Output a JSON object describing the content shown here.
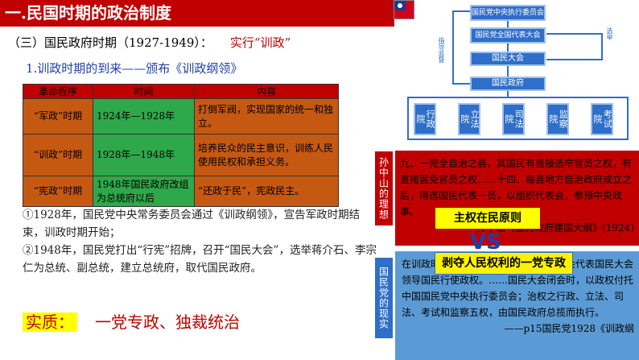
{
  "header": {
    "title": "一.民国时期的政治制度",
    "subtitle": "（三）国民政府时期（1927-1949）：",
    "subtitle_accent": "实行“训政”",
    "section_heading": "1.训政时期的到来——颁布《训政纲领》"
  },
  "table": {
    "headers": [
      "革命程序",
      "时间",
      "内容"
    ],
    "rows": [
      {
        "stage": "“军政”时期",
        "time": "1924年—1928年",
        "content": "打倒军阀，实现国家的统一和独立。"
      },
      {
        "stage": "“训政”时期",
        "time": "1928年—1948年",
        "content": "培养民众的民主意识，训练人民使用民权和承担义务。"
      },
      {
        "stage": "“宪政”时期",
        "time": "1948年国民政府改组为总统府以后",
        "content": "“还政于民”，宪政民主。"
      }
    ]
  },
  "paragraphs": {
    "p1": "①1928年，国民党中央常务委员会通过《训政纲领》，宣告军政时期结束，训政时期开始；",
    "p2": "②1948年，国民党打出“行宪”招牌，召开“国民大会”，选举蒋介石、李宗仁为总统、副总统，建立总统府，取代国民政府。"
  },
  "essence": {
    "label": "实质：",
    "value": "一党专政、独裁统治"
  },
  "diagram": {
    "boxes": {
      "central": "国民党中央执行委员会",
      "congress": "国民党全国代表大会",
      "national_assembly": "国民大会",
      "government": "国民政府"
    },
    "side_labels": {
      "left": "指导监督",
      "right": "选举"
    },
    "branches": [
      "行政院",
      "立法院",
      "司法院",
      "监察院",
      "考试院"
    ],
    "colors": {
      "box": "#2f6ec9",
      "flag_red": "#d0021b",
      "flag_blue": "#1a3a94"
    }
  },
  "compare": {
    "tab1": "孙中山的理想",
    "tab2": "国民党的现实",
    "ideal_text": "九、一完全自治之县，其国民有直接选举官员之权，有直接罢免官员之权……十四、每县地方自治政府成立之后，得选国民代表一员，以组织代表会，参预中央政事。",
    "ideal_cite": "——孙中山《国民政府建国大纲》(1924)",
    "pill1": "主权在民原则",
    "vs": "VS",
    "pill2": "剥夺人民权利的一党专政",
    "reality_text": "在训政时期，由中国国民党全国代表大会代表国民大会领导国民行使政权。……国民大会闭会时，以政权付托中国国民党中央执行委员会；治权之行政、立法、司法、考试和监察五权，由国民政府总揽而执行。",
    "reality_cite": "——p15国民党1928《训政纲"
  }
}
